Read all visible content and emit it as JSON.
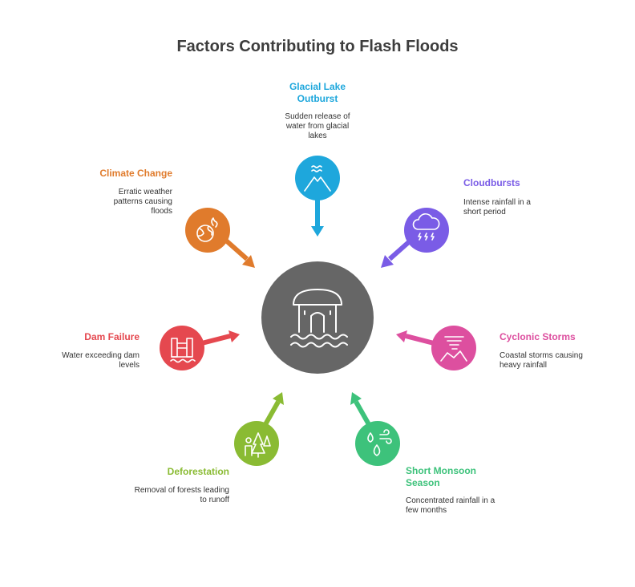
{
  "title": "Factors Contributing to Flash Floods",
  "center": {
    "icon": "house-flood-icon",
    "color": "#666666"
  },
  "factors": [
    {
      "label": "Glacial Lake Outburst",
      "description": "Sudden release of water from glacial lakes",
      "color": "#1ea7dc",
      "icon": "glacier-water-icon"
    },
    {
      "label": "Cloudbursts",
      "description": "Intense rainfall in a short period",
      "color": "#7a5ce6",
      "icon": "storm-cloud-icon"
    },
    {
      "label": "Cyclonic Storms",
      "description": "Coastal storms causing heavy rainfall",
      "color": "#dd4f9f",
      "icon": "tornado-icon"
    },
    {
      "label": "Short Monsoon Season",
      "description": "Concentrated rainfall in a few months",
      "color": "#3dc27b",
      "icon": "rain-wind-icon"
    },
    {
      "label": "Deforestation",
      "description": "Removal of forests leading to runoff",
      "color": "#8abb33",
      "icon": "tree-cutting-icon"
    },
    {
      "label": "Dam Failure",
      "description": "Water exceeding dam levels",
      "color": "#e5484f",
      "icon": "dam-icon"
    },
    {
      "label": "Climate Change",
      "description": "Erratic weather patterns causing floods",
      "color": "#e07b2c",
      "icon": "globe-fire-icon"
    }
  ]
}
